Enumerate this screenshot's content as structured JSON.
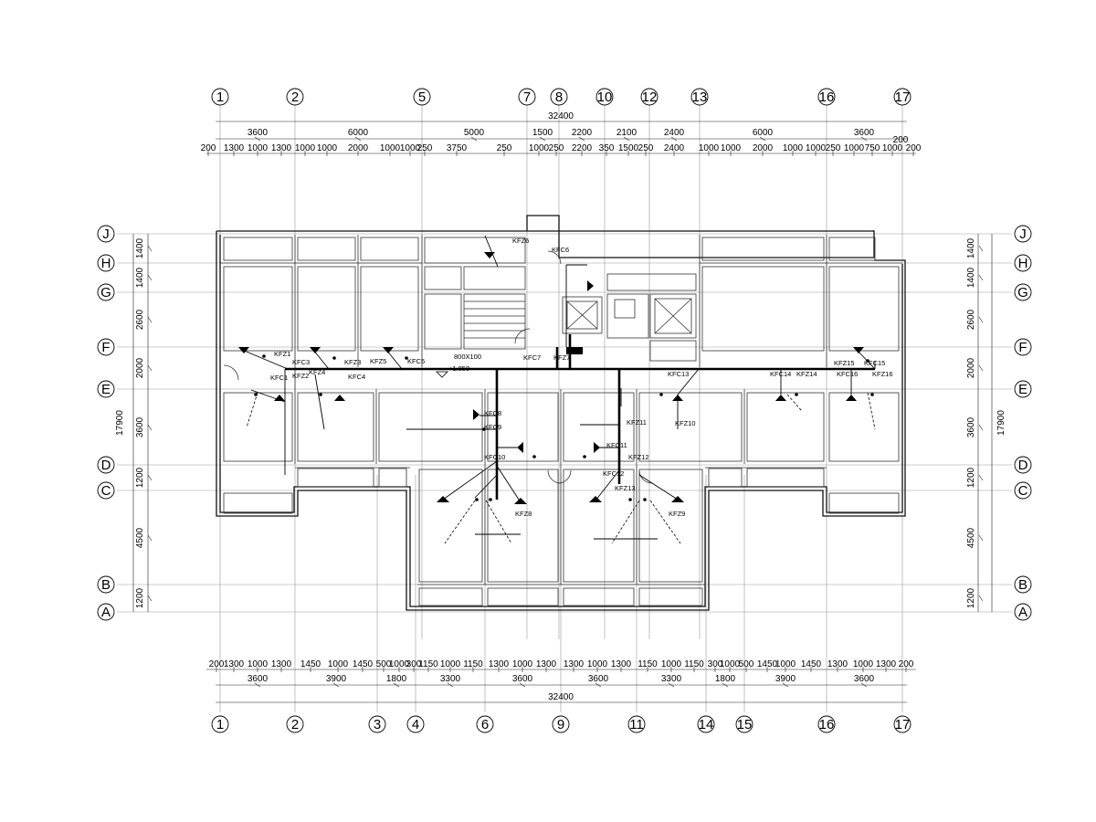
{
  "axes": {
    "top": [
      "1",
      "2",
      "5",
      "7",
      "8",
      "10",
      "12",
      "13",
      "16",
      "17"
    ],
    "bottom": [
      "1",
      "2",
      "3",
      "4",
      "6",
      "9",
      "11",
      "14",
      "15",
      "16",
      "17"
    ],
    "rows": [
      "J",
      "H",
      "G",
      "F",
      "E",
      "D",
      "C",
      "B",
      "A"
    ]
  },
  "dims": {
    "top_total": "32400",
    "top_mid": [
      "3600",
      "6000",
      "5000",
      "1500",
      "2200",
      "2100",
      "2400",
      "6000",
      "3600"
    ],
    "top_fine": [
      "200",
      "1300",
      "1000",
      "1300",
      "1000",
      "1000",
      "2000",
      "1000",
      "1000",
      "250",
      "3750",
      "250",
      "1000",
      "250",
      "2200",
      "350",
      "1500",
      "250",
      "2400",
      "1000",
      "1000",
      "2000",
      "1000",
      "1000",
      "250",
      "1000",
      "750",
      "1000",
      "200"
    ],
    "top_right": "200",
    "bottom_fine": [
      "200",
      "1300",
      "1000",
      "1300",
      "1450",
      "1000",
      "1450",
      "500",
      "1000",
      "300",
      "1150",
      "1000",
      "1150",
      "1300",
      "1000",
      "1300",
      "1300",
      "1000",
      "1300",
      "1150",
      "1000",
      "1150",
      "300",
      "1000",
      "500",
      "1450",
      "1000",
      "1450",
      "1300",
      "1000",
      "1300",
      "200"
    ],
    "bottom_mid": [
      "3600",
      "3900",
      "1800",
      "3300",
      "3600",
      "3600",
      "3300",
      "1800",
      "3900",
      "3600"
    ],
    "bottom_total": "32400",
    "left_vertical": [
      "1400",
      "1400",
      "2600",
      "2000",
      "3600",
      "1200",
      "4500",
      "1200"
    ],
    "left_total": "17900",
    "right_vertical": [
      "1400",
      "1400",
      "2600",
      "2000",
      "3600",
      "1200",
      "4500",
      "1200"
    ],
    "right_total": "17900"
  },
  "annotations": {
    "main_duct": "800X100",
    "level": "+1.850"
  },
  "tags": [
    "KFZ1",
    "KFC1",
    "KFZ2",
    "KFC3",
    "KFZ4",
    "KFZ3",
    "KFC4",
    "KFC5",
    "KFZ5",
    "KFZ6",
    "KFC6",
    "KFC7",
    "KFZ7",
    "KFC8",
    "KFC9",
    "KFC10",
    "KFZ11",
    "KFZ12",
    "KFC11",
    "KFC12",
    "KFZ13",
    "KFC13",
    "KFC14",
    "KFZ14",
    "KFZ15",
    "KFZ16",
    "KFC15",
    "KFC16",
    "KFZ10",
    "KFZ8",
    "KFZ9"
  ]
}
